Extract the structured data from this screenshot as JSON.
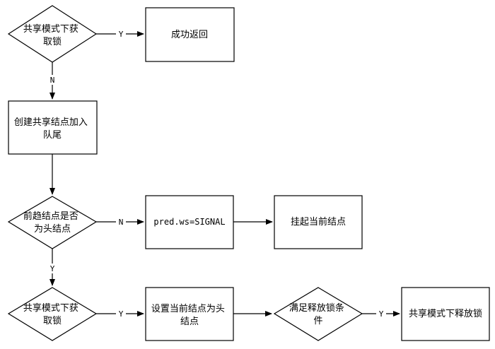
{
  "nodes": {
    "d1": {
      "lines": [
        "共享模式下获",
        "取锁"
      ]
    },
    "success": {
      "lines": [
        "成功返回"
      ]
    },
    "create": {
      "lines": [
        "创建共享结点加入",
        "队尾"
      ]
    },
    "d2": {
      "lines": [
        "前趋结点是否",
        "为头结点"
      ]
    },
    "pred": {
      "lines": [
        "pred.ws=SIGNAL"
      ]
    },
    "suspend": {
      "lines": [
        "挂起当前结点"
      ]
    },
    "d3": {
      "lines": [
        "共享模式下获",
        "取锁"
      ]
    },
    "sethead": {
      "lines": [
        "设置当前结点为头",
        "结点"
      ]
    },
    "d4": {
      "lines": [
        "满足释放锁条",
        "件"
      ]
    },
    "release": {
      "lines": [
        "共享模式下释放锁"
      ]
    }
  },
  "edges": {
    "d1_success": "Y",
    "d1_create": "N",
    "d2_pred": "N",
    "d2_d3": "Y",
    "d3_sethead": "Y",
    "d4_release": "Y"
  }
}
